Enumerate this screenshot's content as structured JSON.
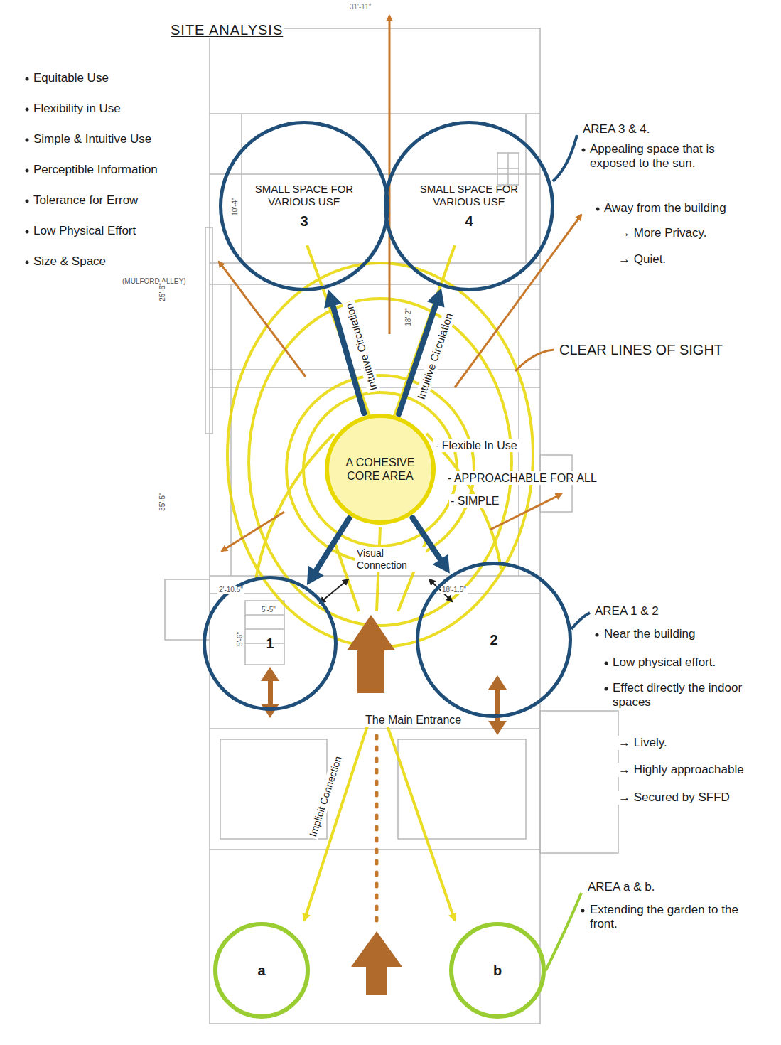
{
  "diagram": {
    "title": "SITE ANALYSIS",
    "nodes": [
      {
        "text": [
          "SMALL SPACE FOR VARIOUS USE",
          "3"
        ]
      },
      {
        "text": [
          "SMALL SPACE FOR VARIOUS USE",
          "4"
        ]
      },
      {
        "text": [
          "A COHESIVE CORE AREA"
        ]
      },
      {
        "text": [
          "1"
        ]
      },
      {
        "text": [
          "2"
        ]
      },
      {
        "text": [
          "a"
        ]
      },
      {
        "text": [
          "b"
        ]
      }
    ],
    "edges": [
      {
        "from": 2,
        "to": 0,
        "arrow": "to",
        "label": "Intuitive Circulation"
      },
      {
        "from": 2,
        "to": 1,
        "arrow": "to",
        "label": "Intuitive Circulation"
      },
      {
        "from": 2,
        "to": 3,
        "arrow": "to"
      },
      {
        "from": 2,
        "to": 4,
        "arrow": "to"
      }
    ],
    "labels": [
      "Equitable Use",
      "Flexibility in Use",
      "Simple & Intuitive Use",
      "Perceptible Information",
      "Tolerance for Errow",
      "Low Physical Effort",
      "Size & Space",
      "(MULFORD ALLEY)",
      "31'-11\"",
      "10'-4\"",
      "25'-6\"",
      "18'-2\"",
      "35'-5\"",
      "2'-10.5\"",
      "5'-5\"",
      "5'-6\"",
      "18'-1.5\"",
      "AREA 3 & 4.",
      "Appealing space that is exposed to the sun.",
      "Away from the building",
      "→ More Privacy.",
      "→ Quiet.",
      "CLEAR LINES OF SIGHT",
      "- Flexible In Use",
      "- APPROACHABLE FOR ALL",
      "- SIMPLE",
      "Visual Connection",
      "AREA 1 & 2",
      "Near the building",
      "Low physical effort.",
      "Effect directly the indoor spaces",
      "→ Lively.",
      "→ Highly approachable",
      "→ Secured by SFFD",
      "The Main Entrance",
      "Implicit Connection",
      "AREA a & b.",
      "Extending the garden to the front."
    ]
  }
}
